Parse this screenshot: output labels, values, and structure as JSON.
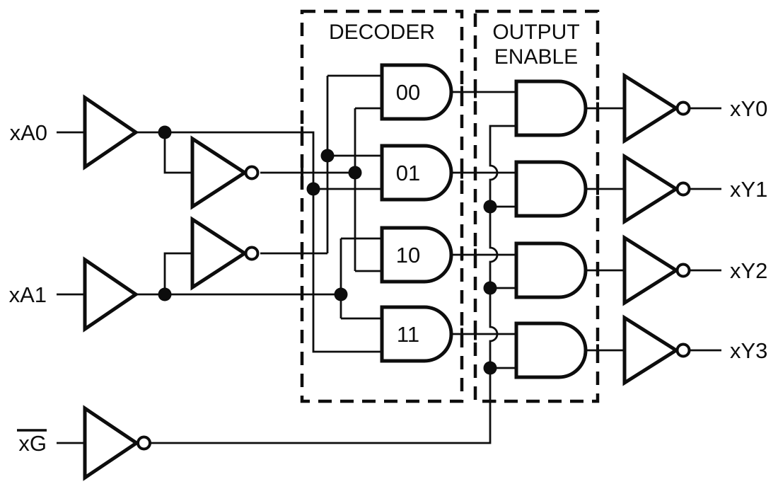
{
  "diagram": {
    "kind": "logic-schematic",
    "subject": "2-line to 4-line decoder with output enable",
    "colors": {
      "ink": "#0d0d0d",
      "background": "#ffffff"
    },
    "sections": {
      "decoder": {
        "label": "DECODER",
        "gate_type": "AND",
        "gates": [
          {
            "label": "00"
          },
          {
            "label": "01"
          },
          {
            "label": "10"
          },
          {
            "label": "11"
          }
        ]
      },
      "output_enable": {
        "label_line1": "OUTPUT",
        "label_line2": "ENABLE",
        "gate_type": "AND",
        "gate_count": 4
      }
    },
    "inputs": {
      "a0": {
        "label": "xA0",
        "buffered": true,
        "complement_generated": true
      },
      "a1": {
        "label": "xA1",
        "buffered": true,
        "complement_generated": true
      },
      "g": {
        "label": "xG",
        "overline": true,
        "inverted": true,
        "role": "enable"
      }
    },
    "outputs": {
      "y0": {
        "label": "xY0",
        "inverted_driver": true,
        "from_gate": "00"
      },
      "y1": {
        "label": "xY1",
        "inverted_driver": true,
        "from_gate": "01"
      },
      "y2": {
        "label": "xY2",
        "inverted_driver": true,
        "from_gate": "10"
      },
      "y3": {
        "label": "xY3",
        "inverted_driver": true,
        "from_gate": "11"
      }
    }
  }
}
